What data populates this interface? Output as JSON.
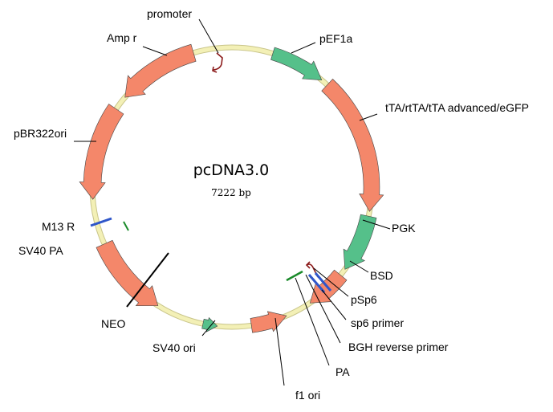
{
  "plasmid": {
    "name": "pcDNA3.0",
    "size": "7222 bp"
  },
  "colors": {
    "backbone": "#f3f0b6",
    "backbone_edge": "#c9c58a",
    "salmon_feature": "#f4876a",
    "green_feature": "#55c08a",
    "promoter_arrow": "#8b1a1a",
    "primer_blue": "#2f56c9",
    "site_green": "#1a8a2a"
  },
  "labels": {
    "promoter": "promoter",
    "amp_r": "Amp r",
    "pef1a": "pEF1a",
    "tta": "tTA/rtTA/tTA advanced/eGFP",
    "pbr322ori": "pBR322ori",
    "pgk": "PGK",
    "m13r": "M13 R",
    "sv40pa": "SV40 PA",
    "bsd": "BSD",
    "psp6": "pSp6",
    "sp6_primer": "sp6 primer",
    "bgh_reverse_primer": "BGH reverse primer",
    "neo": "NEO",
    "sv40_ori": "SV40 ori",
    "pa": "PA",
    "f1_ori": "f1 ori"
  }
}
